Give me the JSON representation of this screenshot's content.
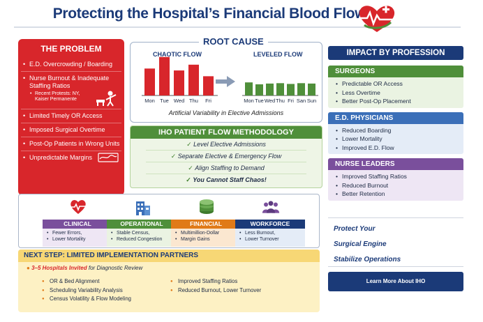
{
  "title": "Protecting the Hospital’s Financial Blood Flow",
  "problem": {
    "heading": "THE PROBLEM",
    "items": [
      "E.D. Overcrowding / Boarding",
      "Nurse Burnout & Inadequate Staffing Ratios",
      "Limited Timely OR Access",
      "Imposed Surgical Overtime",
      "Post-Op Patients in Wrong Units",
      "Unpredictable Margins"
    ],
    "sub_item": "Recent Protests: NY, Kaiser Permanente"
  },
  "root_cause": {
    "heading": "ROOT CAUSE",
    "caption": "Artificial Variability in Elective Admissions"
  },
  "chart_data": [
    {
      "type": "bar",
      "title": "CHAOTIC FLOW",
      "categories": [
        "Mon",
        "Tue",
        "Wed",
        "Thu",
        "Fri"
      ],
      "values": [
        7,
        10,
        6.5,
        8,
        5
      ],
      "color": "#d8262b"
    },
    {
      "type": "bar",
      "title": "LEVELED FLOW",
      "categories": [
        "Mon",
        "Tue",
        "Wed",
        "Thu",
        "Fri",
        "San",
        "Sun"
      ],
      "values": [
        3.4,
        2.9,
        3.1,
        3.2,
        3.0,
        3.2,
        3.1
      ],
      "color": "#4f8f3a"
    }
  ],
  "methodology": {
    "heading": "IHO PATIENT FLOW METHODOLOGY",
    "items": [
      "Level Elective Admissions",
      "Separate Elective & Emergency Flow",
      "Align Staffing to Demand",
      "You Cannot Staff Chaos!"
    ]
  },
  "impact": {
    "heading": "IMPACT BY PROFESSION",
    "groups": [
      {
        "name": "SURGEONS",
        "items": [
          "Predictable OR Access",
          "Less Overtime",
          "Better Post-Op Placement"
        ]
      },
      {
        "name": "E.D. PHYSICIANS",
        "items": [
          "Reduced Boarding",
          "Lower Mortality",
          "Improved E.D. Flow"
        ]
      },
      {
        "name": "NURSE LEADERS",
        "items": [
          "Improved Staffing Ratios",
          "Reduced Burnout",
          "Better Retention"
        ]
      }
    ]
  },
  "protect": {
    "line1": "Protect Your",
    "line2": "Surgical Engine",
    "line3": "Stabilize Operations"
  },
  "learn_more": "Learn More About  IHO",
  "categories": [
    {
      "name": "CLINICAL",
      "items": [
        "Fewer Errors,",
        "Lower Mortality"
      ],
      "icon": "heart-pulse-icon"
    },
    {
      "name": "OPERATIONAL",
      "items": [
        "Stable Census,",
        "Reduced Congestion"
      ],
      "icon": "hospital-building-icon"
    },
    {
      "name": "FINANCIAL",
      "items": [
        "Multimillion-Dollar",
        "Margin Gains"
      ],
      "icon": "coin-stack-icon"
    },
    {
      "name": "WORKFORCE",
      "items": [
        "Less Burnout,",
        "Lower Turnover"
      ],
      "icon": "people-group-icon"
    }
  ],
  "next_step": {
    "heading": "NEXT STEP: LIMITED IMPLEMENTATION PARTNERS",
    "lead_bold": "3–5 Hospitals Invited",
    "lead_rest": " for Diagnostic Review",
    "col1": [
      "OR & Bed Alignment",
      "Scheduling Variability Analysis",
      "Census Volatility & Flow Modeling"
    ],
    "col2": [
      "Improved Staffing Ratios",
      "Reduced Burnout, Lower Turnover"
    ]
  },
  "colors": {
    "navy": "#1b3a78",
    "red": "#d8262b",
    "green": "#4f8f3a",
    "blue": "#3b6fb8",
    "purple": "#7a4f9c",
    "orange": "#e07a18"
  }
}
